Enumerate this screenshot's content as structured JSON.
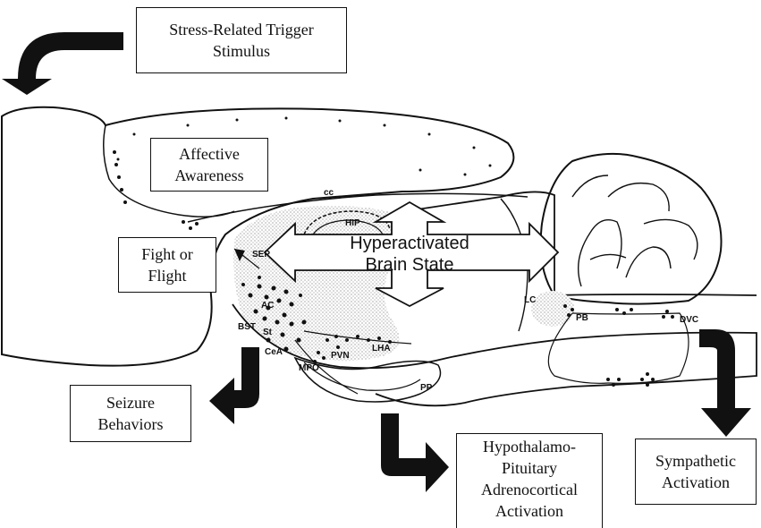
{
  "trigger": {
    "line1": "Stress-Related Trigger",
    "line2": "Stimulus"
  },
  "affective": {
    "line1": "Affective",
    "line2": "Awareness"
  },
  "fight": {
    "line1": "Fight or",
    "line2": "Flight"
  },
  "seizure": {
    "line1": "Seizure",
    "line2": "Behaviors"
  },
  "hpa": {
    "line1": "Hypothalamo-",
    "line2": "Pituitary",
    "line3": "Adrenocortical",
    "line4": "Activation"
  },
  "sympathetic": {
    "line1": "Sympathetic",
    "line2": "Activation"
  },
  "hyper": {
    "line1": "Hyperactivated",
    "line2": "Brain State"
  },
  "regions": {
    "cc": "cc",
    "hip": "HIP",
    "sep": "SEP",
    "ac": "AC",
    "bst": "BST",
    "st": "St",
    "cea": "CeA",
    "pvn": "PVN",
    "lha": "LHA",
    "mpo": "MPO",
    "pp": "PP",
    "lc": "LC",
    "pb": "PB",
    "dvc": "DVC"
  }
}
